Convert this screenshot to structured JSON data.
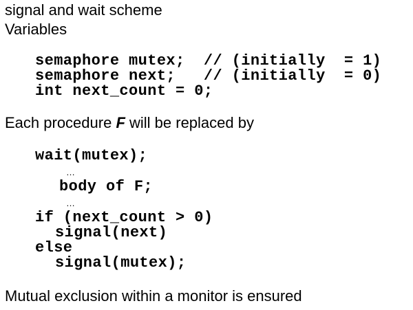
{
  "heading": {
    "title": "signal and wait scheme",
    "subtitle": "Variables"
  },
  "variables": {
    "line1": "semaphore mutex;  // (initially  = 1)",
    "line2": "semaphore next;   // (initially  = 0)",
    "line3": "int next_count = 0;"
  },
  "procedure_text": {
    "prefix": "Each procedure ",
    "name": "F",
    "suffix": " will be replaced by"
  },
  "procedure_code": {
    "wait": "wait(mutex);",
    "ellipsis1": "…",
    "body": "body of F;",
    "ellipsis2": "…",
    "if_line": "if (next_count > 0)",
    "signal_next": "signal(next)",
    "else_line": "else",
    "signal_mutex": "signal(mutex);"
  },
  "conclusion": "Mutual exclusion within a monitor is ensured"
}
